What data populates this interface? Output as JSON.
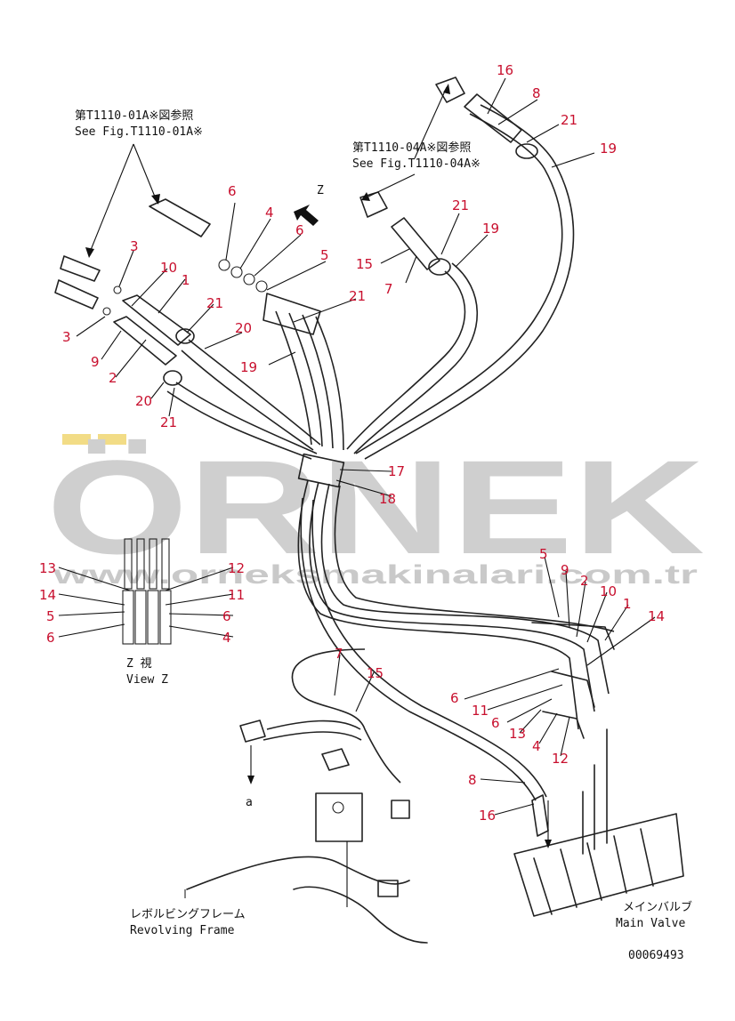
{
  "watermark": {
    "brand": "ÖRNEK",
    "url": "www.orneksmakinalari.com.tr",
    "accent": "#f2dc86",
    "color": "#cfcfcf"
  },
  "refs": {
    "fig_01_jp": "第T1110-01A※図参照",
    "fig_01_en": "See Fig.T1110-01A※",
    "fig_04_jp": "第T1110-04A※図参照",
    "fig_04_en": "See Fig.T1110-04A※"
  },
  "z_marker": "Z",
  "view_z": {
    "jp": "Z 視",
    "en": "View Z"
  },
  "conn_a": "a",
  "revolving_frame": {
    "jp": "レボルビングフレーム",
    "en": "Revolving Frame"
  },
  "main_valve": {
    "jp": "メインバルブ",
    "en": "Main Valve"
  },
  "drawing_number": "00069493",
  "callouts": [
    {
      "id": "c16a",
      "text": "16"
    },
    {
      "id": "c8a",
      "text": "8"
    },
    {
      "id": "c21a",
      "text": "21"
    },
    {
      "id": "c19a",
      "text": "19"
    },
    {
      "id": "c21b",
      "text": "21"
    },
    {
      "id": "c19b",
      "text": "19"
    },
    {
      "id": "c15a",
      "text": "15"
    },
    {
      "id": "c7a",
      "text": "7"
    },
    {
      "id": "c6a",
      "text": "6"
    },
    {
      "id": "c4a",
      "text": "4"
    },
    {
      "id": "c6b",
      "text": "6"
    },
    {
      "id": "c5a",
      "text": "5"
    },
    {
      "id": "c21c",
      "text": "21"
    },
    {
      "id": "c19c",
      "text": "19"
    },
    {
      "id": "c3a",
      "text": "3"
    },
    {
      "id": "c10a",
      "text": "10"
    },
    {
      "id": "c1a",
      "text": "1"
    },
    {
      "id": "c21d",
      "text": "21"
    },
    {
      "id": "c3b",
      "text": "3"
    },
    {
      "id": "c9a",
      "text": "9"
    },
    {
      "id": "c2a",
      "text": "2"
    },
    {
      "id": "c20a",
      "text": "20"
    },
    {
      "id": "c20b",
      "text": "20"
    },
    {
      "id": "c21e",
      "text": "21"
    },
    {
      "id": "c17",
      "text": "17"
    },
    {
      "id": "c18",
      "text": "18"
    },
    {
      "id": "c13a",
      "text": "13"
    },
    {
      "id": "c14a",
      "text": "14"
    },
    {
      "id": "c5b",
      "text": "5"
    },
    {
      "id": "c6c",
      "text": "6"
    },
    {
      "id": "c12a",
      "text": "12"
    },
    {
      "id": "c11a",
      "text": "11"
    },
    {
      "id": "c6d",
      "text": "6"
    },
    {
      "id": "c4b",
      "text": "4"
    },
    {
      "id": "c5c",
      "text": "5"
    },
    {
      "id": "c9b",
      "text": "9"
    },
    {
      "id": "c2b",
      "text": "2"
    },
    {
      "id": "c10b",
      "text": "10"
    },
    {
      "id": "c1b",
      "text": "1"
    },
    {
      "id": "c14b",
      "text": "14"
    },
    {
      "id": "c6e",
      "text": "6"
    },
    {
      "id": "c11b",
      "text": "11"
    },
    {
      "id": "c6f",
      "text": "6"
    },
    {
      "id": "c13b",
      "text": "13"
    },
    {
      "id": "c4c",
      "text": "4"
    },
    {
      "id": "c12b",
      "text": "12"
    },
    {
      "id": "c7b",
      "text": "7"
    },
    {
      "id": "c15b",
      "text": "15"
    },
    {
      "id": "c8b",
      "text": "8"
    },
    {
      "id": "c16b",
      "text": "16"
    }
  ]
}
